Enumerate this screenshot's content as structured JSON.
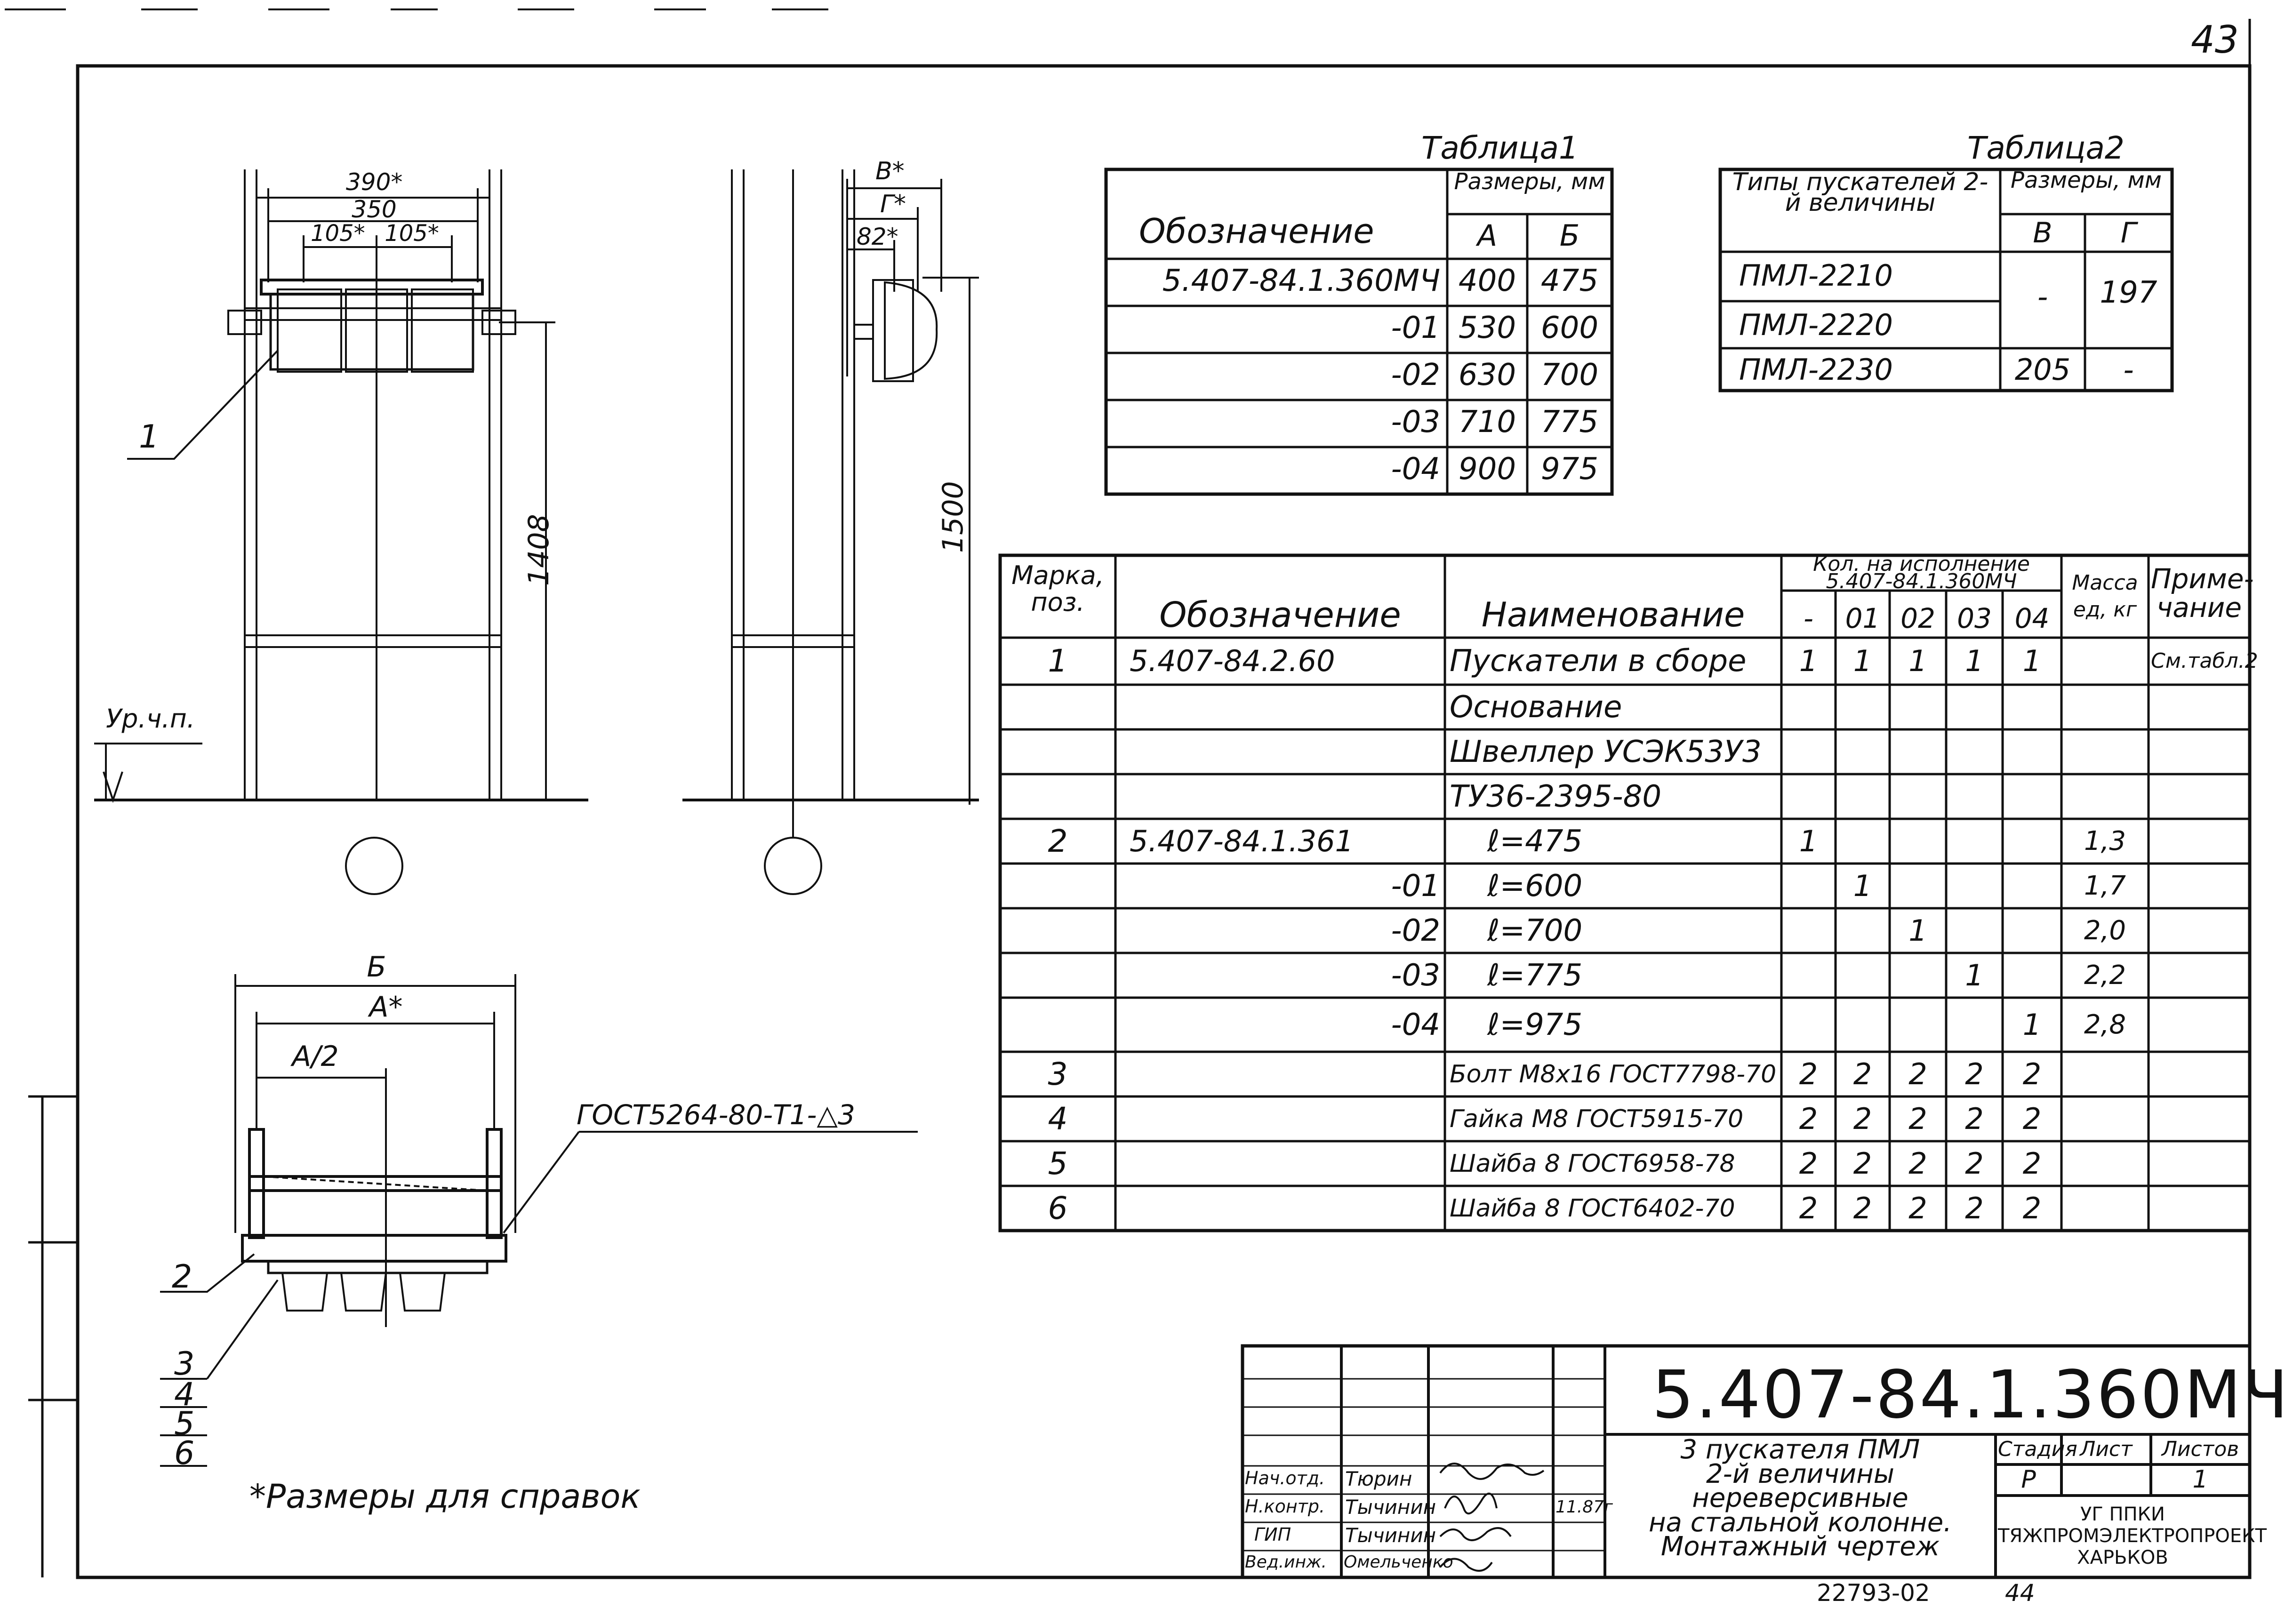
{
  "sheet": {
    "page_number": "43",
    "footnote": "*Размеры для справок",
    "drawing_labels": {
      "level": "Ур.ч.п.",
      "dim_390": "390*",
      "dim_350": "350",
      "dim_105a": "105*",
      "dim_105b": "105*",
      "dim_1408": "1408",
      "dim_1500": "1500",
      "dim_v": "В*",
      "dim_g": "Г*",
      "dim_82": "82*",
      "dim_b": "Б",
      "dim_a": "А*",
      "dim_a2": "А/2",
      "weld_note": "ГОСТ5264-80-Т1-△3",
      "pos_1": "1",
      "pos_2": "2",
      "pos_3": "3",
      "pos_4": "4",
      "pos_5": "5",
      "pos_6": "6"
    }
  },
  "table1": {
    "title": "Таблица1",
    "headers": {
      "designation": "Обозначение",
      "sizes": "Размеры, мм",
      "a": "А",
      "b": "Б"
    },
    "rows": [
      {
        "designation": "5.407-84.1.360МЧ",
        "a": "400",
        "b": "475"
      },
      {
        "designation": "-01",
        "a": "530",
        "b": "600"
      },
      {
        "designation": "-02",
        "a": "630",
        "b": "700"
      },
      {
        "designation": "-03",
        "a": "710",
        "b": "775"
      },
      {
        "designation": "-04",
        "a": "900",
        "b": "975"
      }
    ]
  },
  "table2": {
    "title": "Таблица2",
    "headers": {
      "types": "Типы пускателей 2-й величины",
      "sizes": "Размеры, мм",
      "v": "В",
      "g": "Г"
    },
    "rows": [
      {
        "type": "ПМЛ-2210",
        "v": "",
        "g": ""
      },
      {
        "type": "ПМЛ-2220",
        "v": "",
        "g": ""
      },
      {
        "type": "ПМЛ-2230",
        "v": "205",
        "g": "-"
      }
    ],
    "merged_v": "-",
    "merged_g": "197"
  },
  "spec": {
    "headers": {
      "mark": "Марка, поз.",
      "designation": "Обозначение",
      "name": "Наименование",
      "qty": "Кол. на исполнение 5.407-84.1.360МЧ",
      "q0": "-",
      "q1": "01",
      "q2": "02",
      "q3": "03",
      "q4": "04",
      "mass": "Масса ед, кг",
      "note": "Приме- чание"
    },
    "rows": [
      {
        "pos": "1",
        "designation": "5.407-84.2.60",
        "name": "Пускатели в сборе",
        "q": [
          "1",
          "1",
          "1",
          "1",
          "1"
        ],
        "mass": "",
        "note": "См.табл.2"
      },
      {
        "pos": "",
        "designation": "",
        "name": "Основание",
        "q": [
          "",
          "",
          "",
          "",
          ""
        ],
        "mass": "",
        "note": ""
      },
      {
        "pos": "",
        "designation": "",
        "name": "Швеллер УСЭК53У3",
        "q": [
          "",
          "",
          "",
          "",
          ""
        ],
        "mass": "",
        "note": ""
      },
      {
        "pos": "",
        "designation": "",
        "name": "ТУ36-2395-80",
        "q": [
          "",
          "",
          "",
          "",
          ""
        ],
        "mass": "",
        "note": ""
      },
      {
        "pos": "2",
        "designation": "5.407-84.1.361",
        "name": "ℓ=475",
        "q": [
          "1",
          "",
          "",
          "",
          ""
        ],
        "mass": "1,3",
        "note": ""
      },
      {
        "pos": "",
        "designation": "-01",
        "name": "ℓ=600",
        "q": [
          "",
          "1",
          "",
          "",
          ""
        ],
        "mass": "1,7",
        "note": ""
      },
      {
        "pos": "",
        "designation": "-02",
        "name": "ℓ=700",
        "q": [
          "",
          "",
          "1",
          "",
          ""
        ],
        "mass": "2,0",
        "note": ""
      },
      {
        "pos": "",
        "designation": "-03",
        "name": "ℓ=775",
        "q": [
          "",
          "",
          "",
          "1",
          ""
        ],
        "mass": "2,2",
        "note": ""
      },
      {
        "pos": "",
        "designation": "-04",
        "name": "ℓ=975",
        "q": [
          "",
          "",
          "",
          "",
          "1"
        ],
        "mass": "2,8",
        "note": ""
      },
      {
        "pos": "3",
        "designation": "",
        "name": "Болт М8х16 ГОСТ7798-70",
        "q": [
          "2",
          "2",
          "2",
          "2",
          "2"
        ],
        "mass": "",
        "note": ""
      },
      {
        "pos": "4",
        "designation": "",
        "name": "Гайка М8 ГОСТ5915-70",
        "q": [
          "2",
          "2",
          "2",
          "2",
          "2"
        ],
        "mass": "",
        "note": ""
      },
      {
        "pos": "5",
        "designation": "",
        "name": "Шайба 8 ГОСТ6958-78",
        "q": [
          "2",
          "2",
          "2",
          "2",
          "2"
        ],
        "mass": "",
        "note": ""
      },
      {
        "pos": "6",
        "designation": "",
        "name": "Шайба 8 ГОСТ6402-70",
        "q": [
          "2",
          "2",
          "2",
          "2",
          "2"
        ],
        "mass": "",
        "note": ""
      }
    ]
  },
  "title_block": {
    "code": "5.407-84.1.360МЧ",
    "title_lines": [
      "3 пускателя ПМЛ",
      "2-й величины",
      "нереверсивные",
      "на стальной колонне.",
      "Монтажный чертеж"
    ],
    "stage_label": "Стадия",
    "sheet_label": "Лист",
    "sheets_label": "Листов",
    "stage": "Р",
    "sheet": "",
    "sheets": "1",
    "org": [
      "УГ ППКИ",
      "ТЯЖПРОМЭЛЕКТРОПРОЕКТ",
      "ХАРЬКОВ"
    ],
    "signatures": [
      {
        "role": "Нач.отд.",
        "name": "Тюрин",
        "date": ""
      },
      {
        "role": "Н.контр.",
        "name": "Тычинин",
        "date": "11.87г"
      },
      {
        "role": "ГИП",
        "name": "Тычинин",
        "date": ""
      },
      {
        "role": "Вед.инж.",
        "name": "Омельченко",
        "date": ""
      }
    ],
    "archive_no": "22793-02",
    "archive_sheet": "44"
  }
}
